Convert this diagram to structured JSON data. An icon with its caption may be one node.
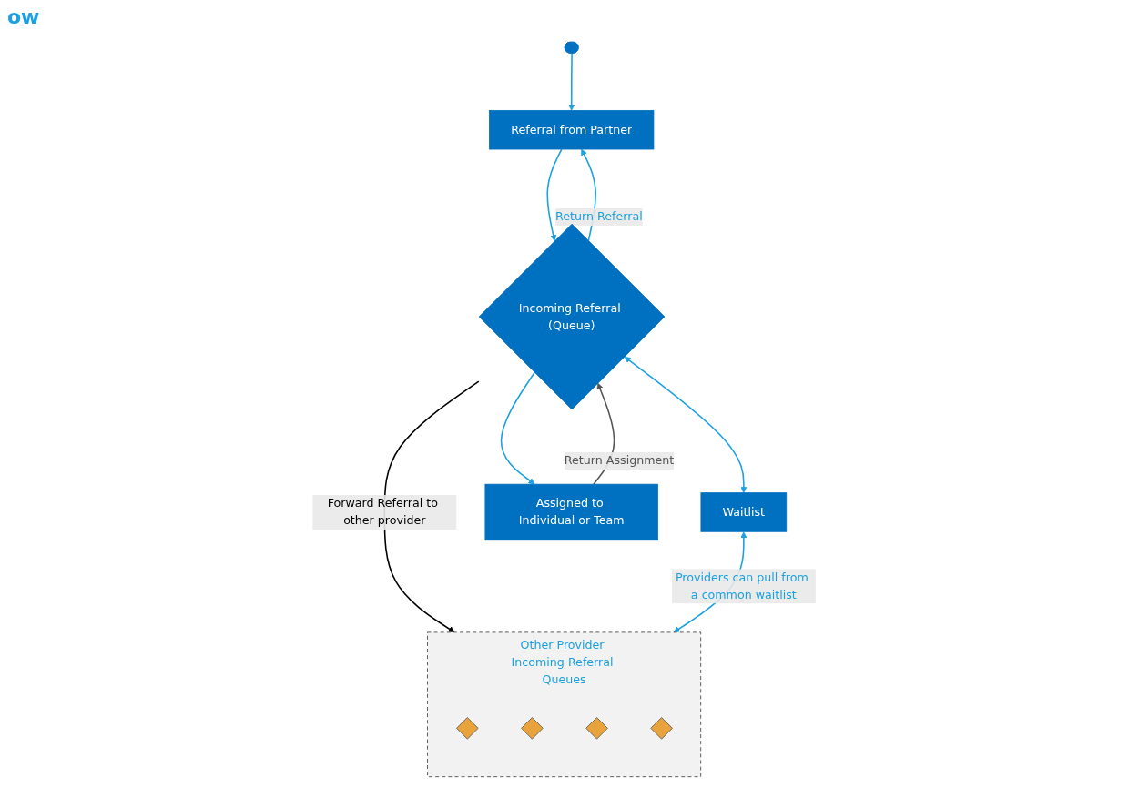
{
  "diagram": {
    "title": "ow",
    "nodes": [
      {
        "text": [],
        "shape": "stadium"
      },
      {
        "text": [
          "Referral from Partner"
        ]
      },
      {
        "text": [
          "Incoming Referral (Queue)"
        ]
      },
      {
        "text": [
          "Waitlist"
        ]
      },
      {
        "text": [
          "Assigned to Individual or Team"
        ]
      },
      {
        "text": [
          "Other Provider Incoming Referral Queues"
        ]
      },
      {
        "text": [],
        "shape": "diamond",
        "in": 5
      },
      {
        "text": [],
        "shape": "diamond",
        "in": 5
      },
      {
        "text": [],
        "shape": "diamond",
        "in": 5
      },
      {
        "text": [],
        "shape": "diamond",
        "in": 5
      }
    ],
    "edges": [
      {
        "from": 0,
        "to": 1,
        "arrow": "to"
      },
      {
        "from": 1,
        "to": 2,
        "arrow": "to"
      },
      {
        "from": 2,
        "to": 1,
        "arrow": "to",
        "label": "Return Referral"
      },
      {
        "from": 2,
        "to": 4,
        "arrow": "to"
      },
      {
        "from": 4,
        "to": 2,
        "arrow": "to",
        "label": "Return Assignment",
        "color": "#555555"
      },
      {
        "from": 2,
        "to": 3,
        "arrow": "both"
      },
      {
        "from": 2,
        "to": 5,
        "arrow": "to",
        "label": "Forward Referral to other provider",
        "color": "#000000"
      },
      {
        "from": 3,
        "to": 5,
        "arrow": "both",
        "label": "Providers can pull from a common waitlist"
      }
    ]
  }
}
